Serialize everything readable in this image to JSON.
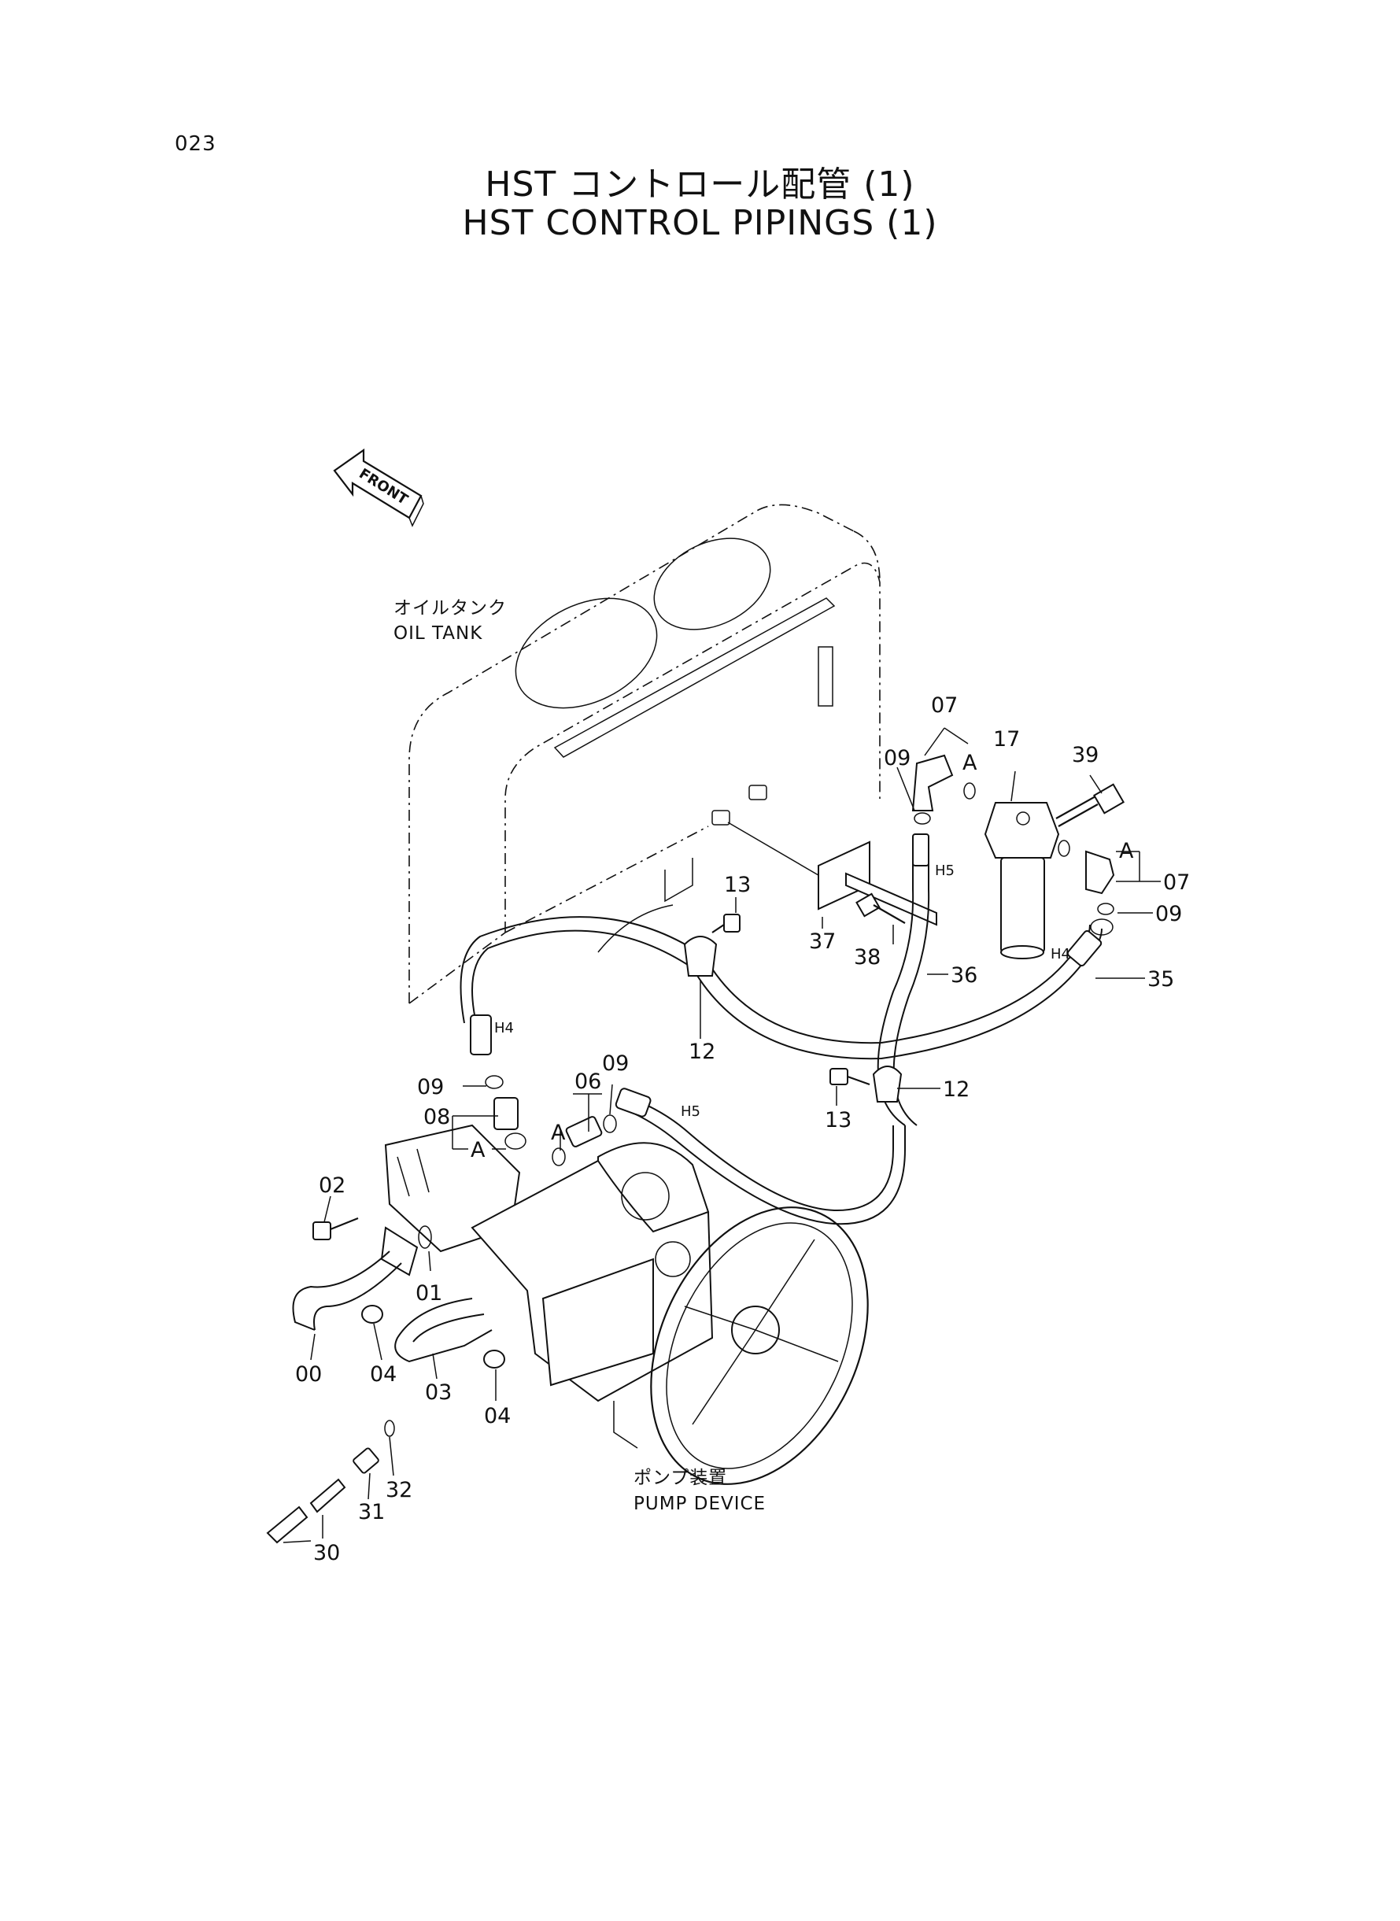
{
  "page_number": "023",
  "title_jp": "HST コントロール配管 (1)",
  "title_en": "HST CONTROL PIPINGS (1)",
  "front_label": "FRONT",
  "components": {
    "oil_tank_jp": "オイルタンク",
    "oil_tank_en": "OIL TANK",
    "pump_jp": "ポンプ装置",
    "pump_en": "PUMP DEVICE"
  },
  "callouts": [
    "00",
    "01",
    "02",
    "03",
    "04",
    "04",
    "06",
    "07",
    "07",
    "08",
    "09",
    "09",
    "09",
    "09",
    "12",
    "12",
    "13",
    "13",
    "17",
    "30",
    "31",
    "32",
    "35",
    "36",
    "37",
    "38",
    "39"
  ],
  "markers": {
    "a": "A",
    "h4": "H4",
    "h5": "H5"
  }
}
